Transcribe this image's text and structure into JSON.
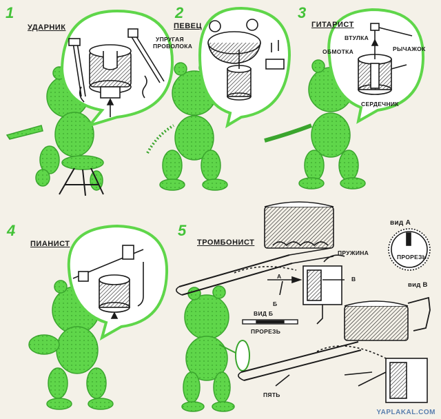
{
  "panels": [
    {
      "number": "1",
      "title": "УДАРНИК",
      "parts": [
        "УПРУГАЯ",
        "ПРОВОЛОКА"
      ]
    },
    {
      "number": "2",
      "title": "ПЕВЕЦ"
    },
    {
      "number": "3",
      "title": "ГИТАРИСТ",
      "parts": [
        "ВТУЛКА",
        "ОБМОТКА",
        "РЫЧАЖОК",
        "СЕРДЕЧНИК"
      ]
    },
    {
      "number": "4",
      "title": "ПИАНИСТ"
    },
    {
      "number": "5",
      "title": "ТРОМБОНИСТ",
      "parts": [
        "ПРУЖИНА",
        "А",
        "В",
        "Б",
        "ВИД Б",
        "ПРОРЕЗЬ",
        "ПЯТЬ"
      ]
    }
  ],
  "detail_views": {
    "view_a": {
      "title": "вид А",
      "slot": "ПРОРЕЗЬ"
    },
    "view_v": {
      "title": "вид В"
    }
  },
  "watermark": "YAPLAKAL.COM",
  "colors": {
    "figure_green": "#5fd64a",
    "figure_dark": "#3aa52d",
    "ink": "#1a1a1a",
    "paper": "#f4f1e8"
  }
}
